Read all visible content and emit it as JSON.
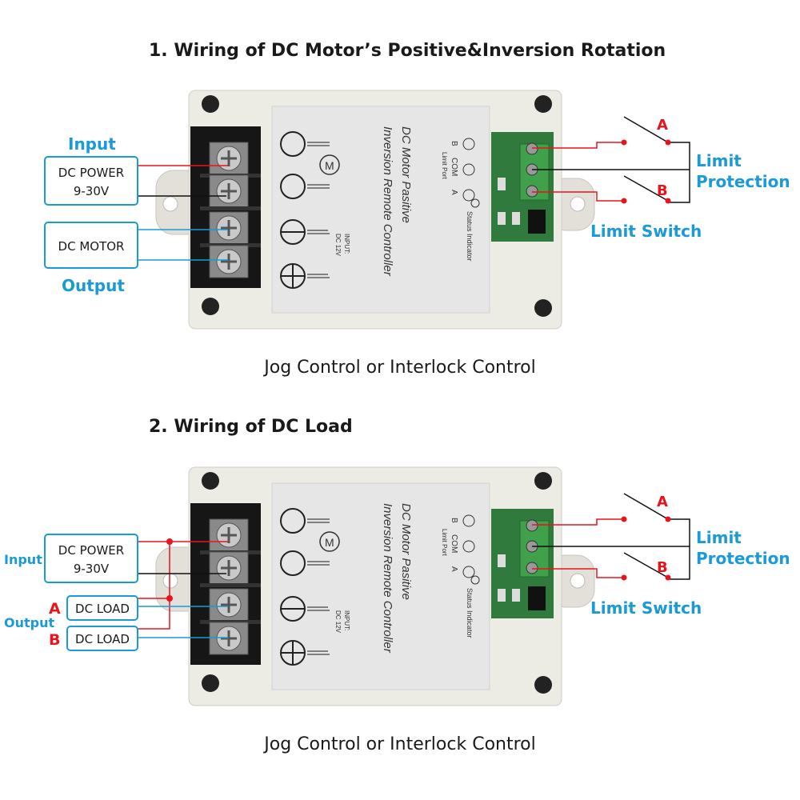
{
  "section1": {
    "title": "1. Wiring of DC Motor’s Positive&Inversion Rotation",
    "input_label": "Input",
    "output_label": "Output",
    "power_box": {
      "line1": "DC POWER",
      "line2": "9-30V"
    },
    "motor_box": "DC MOTOR",
    "switch_a": "A",
    "switch_b": "B",
    "limit_protection": [
      "Limit",
      "Protection"
    ],
    "limit_switch": "Limit Switch",
    "caption": "Jog Control or Interlock Control"
  },
  "section2": {
    "title": "2. Wiring of DC Load",
    "input_label": "Input",
    "output_label": "Output",
    "power_box": {
      "line1": "DC POWER",
      "line2": "9-30V"
    },
    "load_a_marker": "A",
    "load_b_marker": "B",
    "load_a_box": "DC LOAD",
    "load_b_box": "DC LOAD",
    "switch_a": "A",
    "switch_b": "B",
    "limit_protection": [
      "Limit",
      "Protection"
    ],
    "limit_switch": "Limit Switch",
    "caption": "Jog Control or Interlock Control"
  },
  "device_panel": {
    "name_line1": "DC Motor Pasitive",
    "name_line2": "Inversion Remote Controller",
    "port_b": "B",
    "port_com": "COM",
    "port_a": "A",
    "limit_port": "Limit Port",
    "status_indicator": "Status Indicator",
    "input": "INPUT:",
    "input_voltage": "DC 12V",
    "motor_symbol": "M"
  },
  "colors": {
    "accent_blue": "#1a9ad6",
    "wire_red": "#e8141b",
    "wire_black": "#111111",
    "pcb_green": "#2f7a3c",
    "housing": "#ecebe4"
  }
}
